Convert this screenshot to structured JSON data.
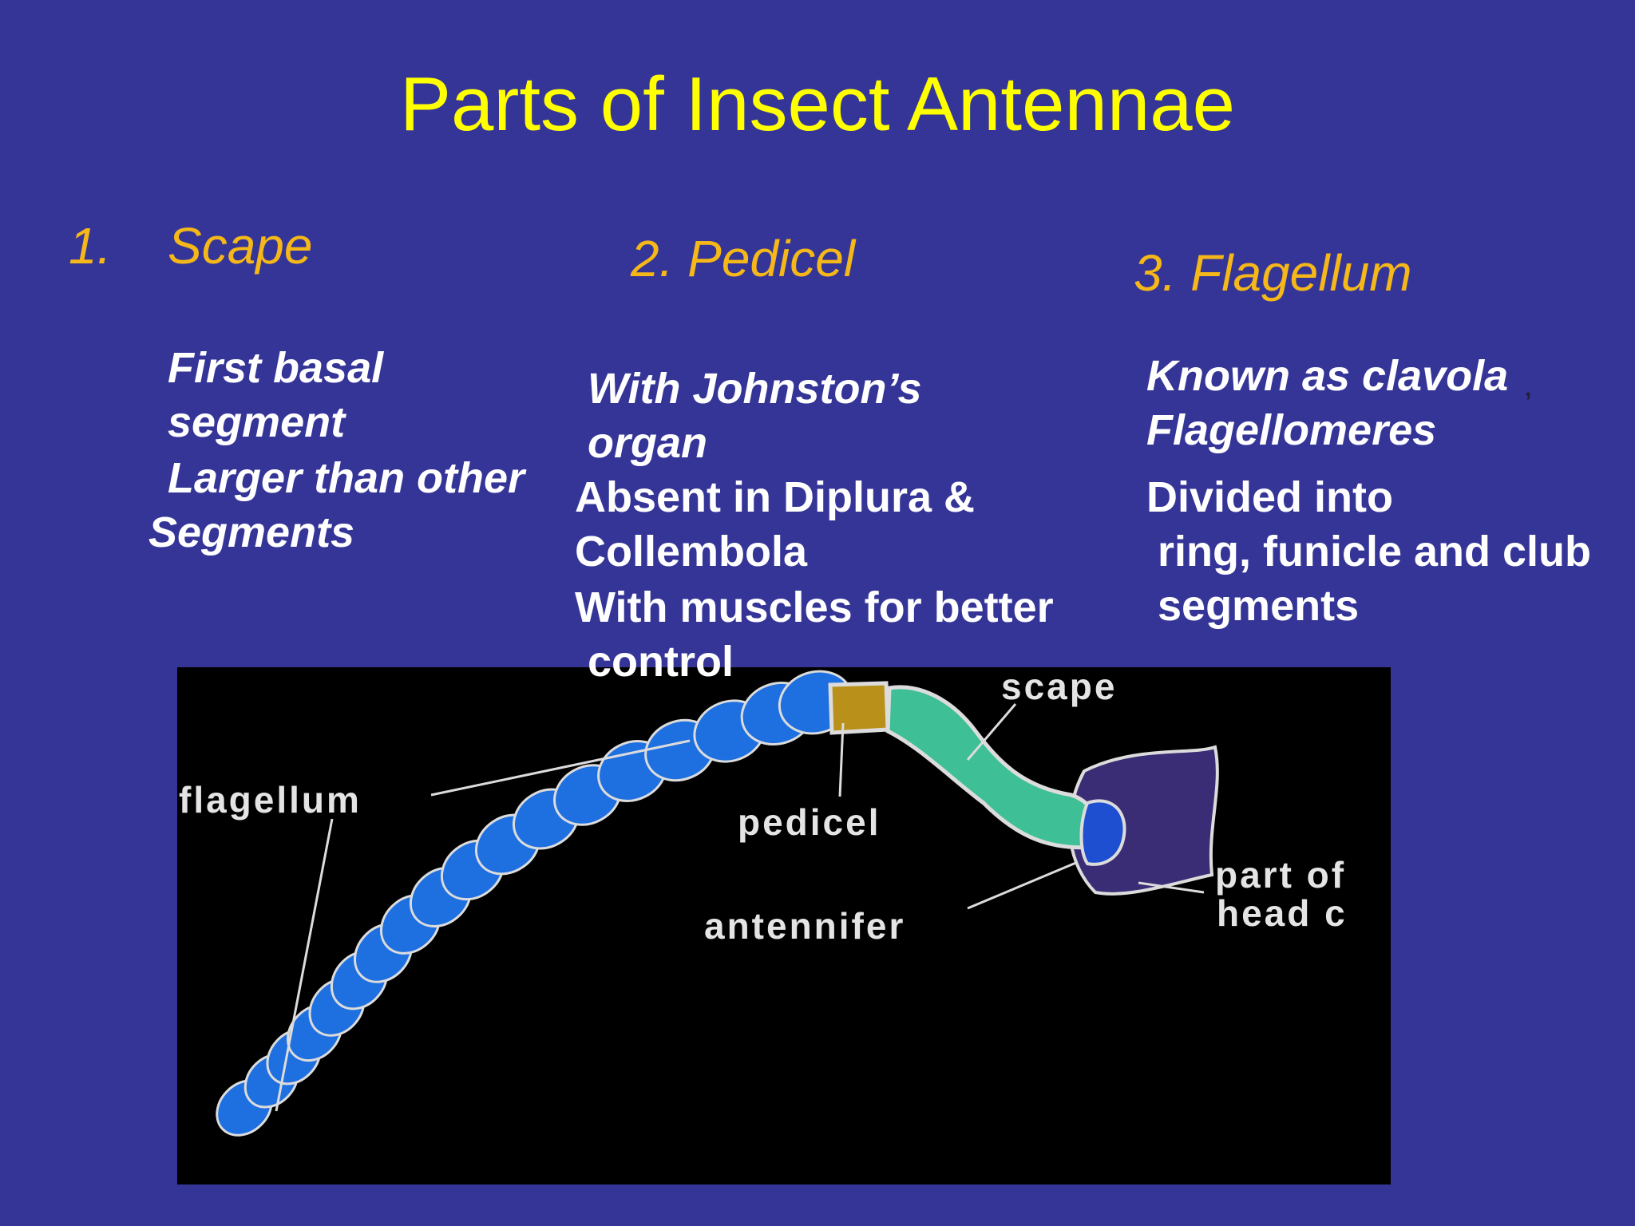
{
  "title": "Parts of Insect Antennae",
  "accent_colors": {
    "background": "#353598",
    "title": "#ffff00",
    "headings": "#f5b818",
    "body_text": "#ffffff"
  },
  "columns": {
    "scape": {
      "number": "1.",
      "heading": "Scape",
      "bullet_glyph": "",
      "lines": [
        "First basal",
        "segment",
        "Larger than other",
        "Segments"
      ]
    },
    "pedicel": {
      "heading": "2. Pedicel",
      "bullet_glyph": "",
      "lines": [
        "With Johnston’s",
        "organ",
        "Absent in Diplura &",
        "Collembola",
        "With muscles for better",
        "control"
      ]
    },
    "flagellum": {
      "heading": "3. Flagellum",
      "bullet_glyph": "",
      "lines": [
        "Known as clavola",
        ",",
        "Flagellomeres",
        "Divided into",
        "ring, funicle and club",
        "segments"
      ]
    }
  },
  "diagram": {
    "labels": {
      "flagellum": "flagellum",
      "scape": "scape",
      "pedicel": "pedicel",
      "antennifer": "antennifer",
      "part_of": "part of",
      "head": "head c"
    },
    "colors": {
      "flagellum": "#1e6fe0",
      "pedicel": "#b8901a",
      "scape": "#3fbf96",
      "head": "#3a2d75",
      "outline": "#dcdcdc"
    }
  }
}
